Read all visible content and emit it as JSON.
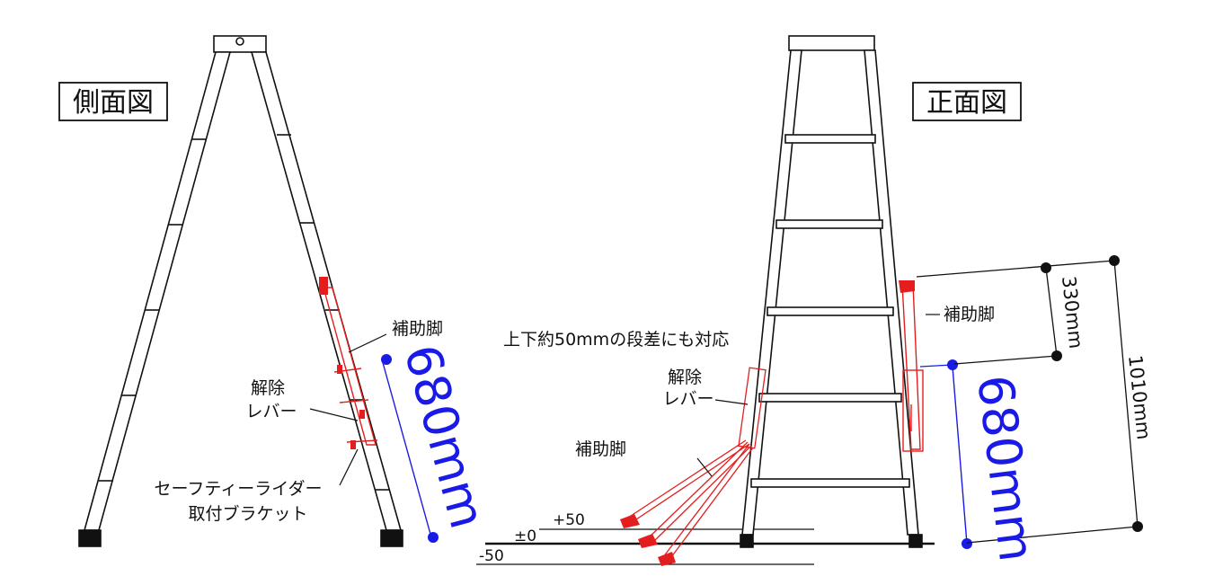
{
  "side_view": {
    "title": "側面図",
    "aux_leg_label": "補助脚",
    "release_lever_line1": "解除",
    "release_lever_line2": "レバー",
    "bracket_line1": "セーフティーライダー",
    "bracket_line2": "取付ブラケット",
    "dimension": "680mm"
  },
  "front_view": {
    "title": "正面図",
    "step_note": "上下約50mmの段差にも対応",
    "release_lever_line1": "解除",
    "release_lever_line2": "レバー",
    "aux_leg_left_label": "補助脚",
    "aux_leg_right_label": "補助脚",
    "dim_680": "680mm",
    "dim_330": "330mm",
    "dim_1010": "1010mm",
    "level_plus": "+50",
    "level_zero": "±0",
    "level_minus": "-50"
  },
  "colors": {
    "accent_red": "#e41e1e",
    "dimension_blue": "#1a1ae6",
    "line_black": "#111111"
  }
}
